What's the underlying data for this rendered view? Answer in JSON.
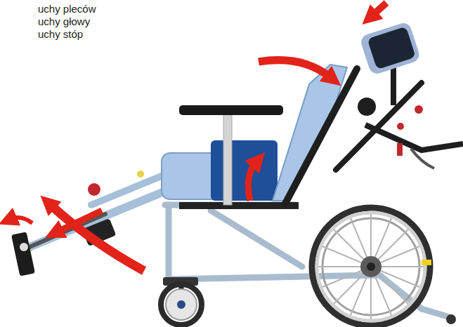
{
  "diagram": {
    "labels": [
      "uchy pleców",
      "uchy głowy",
      "uchy stóp"
    ]
  }
}
